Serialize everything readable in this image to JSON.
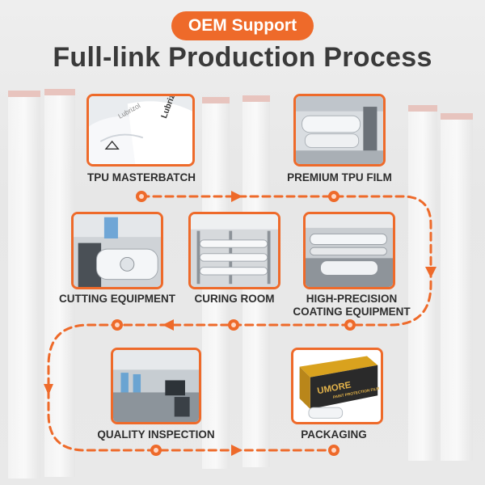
{
  "header": {
    "badge": "OEM Support",
    "title": "Full-link Production Process"
  },
  "steps": [
    {
      "label": "TPU MASTERBATCH"
    },
    {
      "label": "PREMIUM TPU FILM"
    },
    {
      "label": "HIGH-PRECISION",
      "label2": "COATING EQUIPMENT"
    },
    {
      "label": "CURING ROOM"
    },
    {
      "label": "CUTTING EQUIPMENT"
    },
    {
      "label": "QUALITY INSPECTION"
    },
    {
      "label": "PACKAGING"
    }
  ],
  "photo_text": {
    "masterbatch_bag": "Lubrizol",
    "package_brand": "UMORE",
    "package_line": "PAINT PROTECTION FILM"
  },
  "colors": {
    "accent": "#ee6a2a",
    "title": "#3a3a3a",
    "label": "#2e2e2e"
  }
}
